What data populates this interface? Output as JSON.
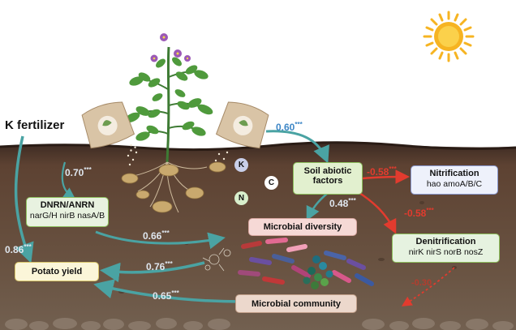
{
  "input": {
    "label": "K fertilizer"
  },
  "nutrients": {
    "k": "K",
    "c": "C",
    "n": "N"
  },
  "boxes": {
    "soil_factors": {
      "title_line1": "Soil abiotic",
      "title_line2": "factors"
    },
    "nitrification": {
      "title": "Nitrification",
      "genes": "hao amoA/B/C"
    },
    "denitrification": {
      "title": "Denitrification",
      "genes": "nirK nirS norB nosZ"
    },
    "dnrn": {
      "title": "DNRN/ANRN",
      "genes": "narG/H nirB nasA/B"
    },
    "microbial_diversity": {
      "title": "Microbial diversity"
    },
    "potato_yield": {
      "title": "Potato yield"
    },
    "microbial_community": {
      "title": "Microbial community"
    }
  },
  "coefficients": {
    "fert_to_soil": {
      "value": "0.60",
      "stars": "***"
    },
    "fert_to_dnrn": {
      "value": "0.70",
      "stars": "***"
    },
    "soil_to_nitrification": {
      "value": "-0.58",
      "stars": "***"
    },
    "soil_to_denitrification": {
      "value": "-0.58",
      "stars": "***"
    },
    "soil_to_diversity": {
      "value": "0.48",
      "stars": "***"
    },
    "dnrn_to_diversity": {
      "value": "0.66",
      "stars": "***"
    },
    "fert_to_yield": {
      "value": "0.86",
      "stars": "***"
    },
    "diversity_to_yield": {
      "value": "0.76",
      "stars": "***"
    },
    "community_to_yield": {
      "value": "0.65",
      "stars": "***"
    },
    "community_to_denitrification": {
      "value": "-0.30",
      "stars": ""
    }
  },
  "colors": {
    "positive_arrow": "#4aa3a3",
    "negative_arrow": "#e23b2e",
    "positive_text": "#4e6e8a",
    "blue_text": "#3d86c6",
    "negative_text": "#e23b2e",
    "soil_top": "#5a3e2e",
    "soil_bottom": "#6b5746",
    "sun": "#f6b422"
  }
}
